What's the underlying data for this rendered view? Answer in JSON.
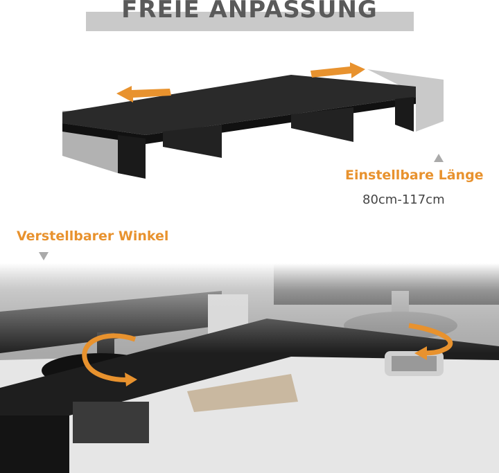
{
  "title": "FREIE ANPASSUNG",
  "features": {
    "length_label": "Einstellbare Länge",
    "length_value": "80cm-117cm",
    "angle_label": "Verstellbarer Winkel"
  },
  "colors": {
    "accent": "#e8922e",
    "title_bar": "#c9c9c9",
    "board": "#1f1f1f"
  }
}
